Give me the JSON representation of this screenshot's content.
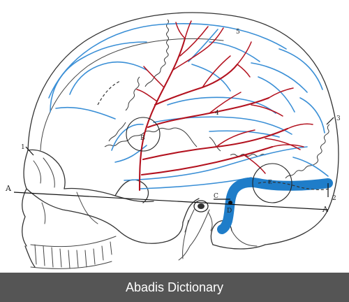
{
  "labels": {
    "A_left": "A",
    "A_right": "A",
    "B": "B",
    "C": "C",
    "D": "D",
    "E": "E",
    "n1": "1",
    "n2": "2",
    "n3": "3",
    "n4": "4",
    "n5": "5"
  },
  "caption": "Abadis Dictionary",
  "colors": {
    "artery": "#b3121f",
    "sulcus": "#3a8fd6",
    "sinus": "#1f7dc9"
  }
}
